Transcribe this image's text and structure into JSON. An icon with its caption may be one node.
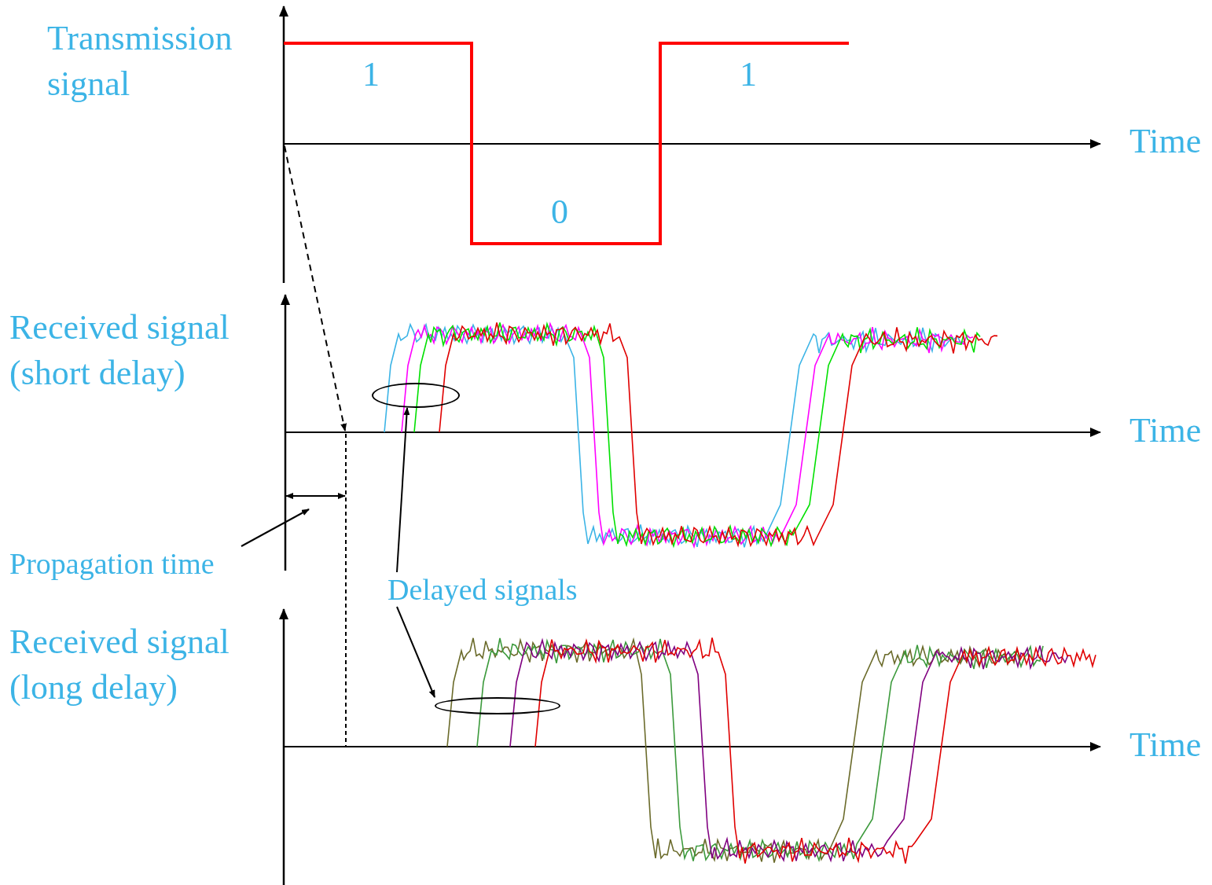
{
  "diagram": {
    "nodes": [
      {
        "text": [
          "Transmission signal"
        ]
      },
      {
        "text": [
          "Received signal (short delay)"
        ]
      },
      {
        "text": [
          "Received signal (long delay)"
        ]
      },
      {
        "text": [
          "Propagation time"
        ]
      },
      {
        "text": [
          "Delayed signals"
        ]
      },
      {
        "text": [],
        "shape": "ellipse"
      },
      {
        "text": [],
        "shape": "ellipse"
      }
    ],
    "edges": [
      {
        "from": 3,
        "to": null,
        "arrow": "to"
      },
      {
        "from": 4,
        "to": 5,
        "arrow": "to"
      },
      {
        "from": 4,
        "to": 6,
        "arrow": "to"
      }
    ],
    "labels": [
      "1",
      "0",
      "1",
      "Time",
      "Time",
      "Time"
    ]
  }
}
